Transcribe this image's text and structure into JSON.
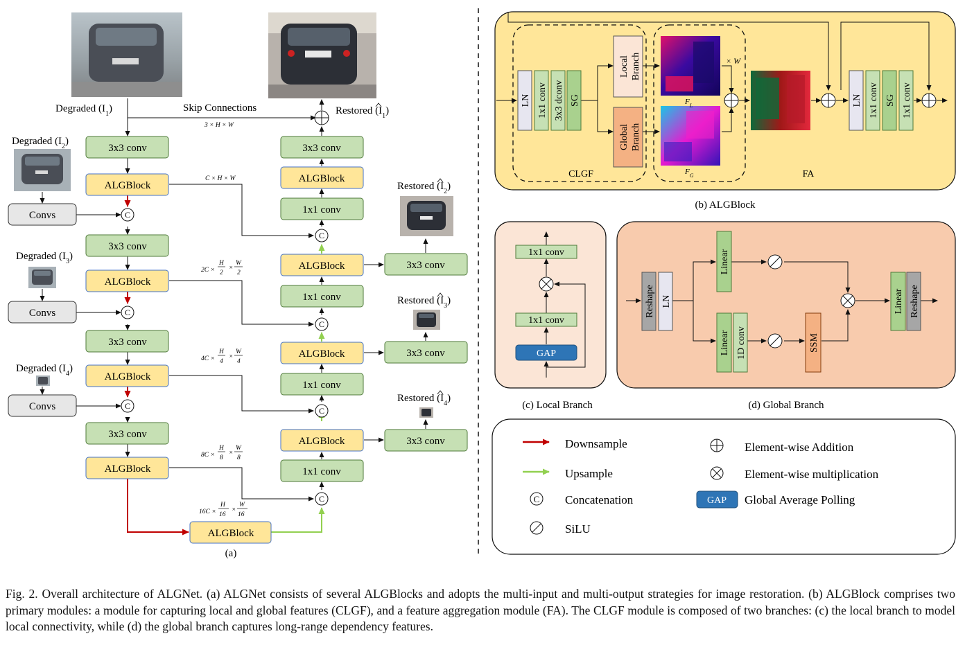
{
  "panel_a": {
    "label": "(a)",
    "degraded": [
      "Degraded (I",
      "1",
      ")",
      "Degraded (I",
      "2",
      ")",
      "Degraded (I",
      "3",
      ")",
      "Degraded (I",
      "4",
      ")"
    ],
    "restored_prefix": "Restored (",
    "restored_symbol": "I",
    "restored_indices": [
      "1",
      "2",
      "3",
      "4"
    ],
    "restored_suffix": ")",
    "skip_label": "Skip Connections",
    "dim_labels": {
      "top": "3 × H × W",
      "l1": "C × H × W",
      "l2_prefix": "2C ×",
      "l3_prefix": "4C ×",
      "l4_prefix": "8C ×",
      "l5_prefix": "16C ×",
      "H": "H",
      "W": "W",
      "d2": "2",
      "d4": "4",
      "d8": "8",
      "d16": "16"
    },
    "blocks": {
      "conv3": "3x3 conv",
      "conv1": "1x1 conv",
      "alg": "ALGBlock",
      "convs": "Convs",
      "concat": "C"
    }
  },
  "panel_b": {
    "label": "(b) ALGBlock",
    "clgf": "CLGF",
    "fa": "FA",
    "ln": "LN",
    "conv1": "1x1 conv",
    "dconv": "3x3 dconv",
    "sg": "SG",
    "local_branch": [
      "Local",
      "Branch"
    ],
    "global_branch": [
      "Global",
      "Branch"
    ],
    "fl": "F",
    "fl_sub": "L",
    "fg": "F",
    "fg_sub": "G",
    "times_w": "× W"
  },
  "panel_c": {
    "label": "(c) Local Branch",
    "conv1": "1x1 conv",
    "gap": "GAP"
  },
  "panel_d": {
    "label": "(d) Global Branch",
    "reshape": "Reshape",
    "ln": "LN",
    "linear": "Linear",
    "dconv": "1D conv",
    "ssm": "SSM"
  },
  "legend": {
    "downsample": "Downsample",
    "upsample": "Upsample",
    "concatenation": "Concatenation",
    "silu": "SiLU",
    "addition": "Element-wise Addition",
    "multiplication": "Element-wise multiplication",
    "gap": "GAP",
    "gap_text": "Global Average Polling",
    "concat_symbol": "C"
  },
  "caption": "Fig. 2.    Overall architecture of ALGNet. (a) ALGNet consists of several ALGBlocks and adopts the multi-input and multi-output strategies for image restoration. (b) ALGBlock comprises two primary modules: a module for capturing local and global features (CLGF), and a feature aggregation module (FA). The CLGF module is composed of two branches: (c) the local branch to model local connectivity, while (d) the global branch captures long-range dependency features.",
  "colors": {
    "green": "#c6e0b4",
    "yellow": "#ffe699",
    "grey": "#e7e7e7",
    "peach": "#fbe5d6",
    "salmon": "#f8cbad",
    "down_arrow": "#c00000",
    "up_arrow": "#92d050",
    "gap_blue": "#2e75b6"
  }
}
